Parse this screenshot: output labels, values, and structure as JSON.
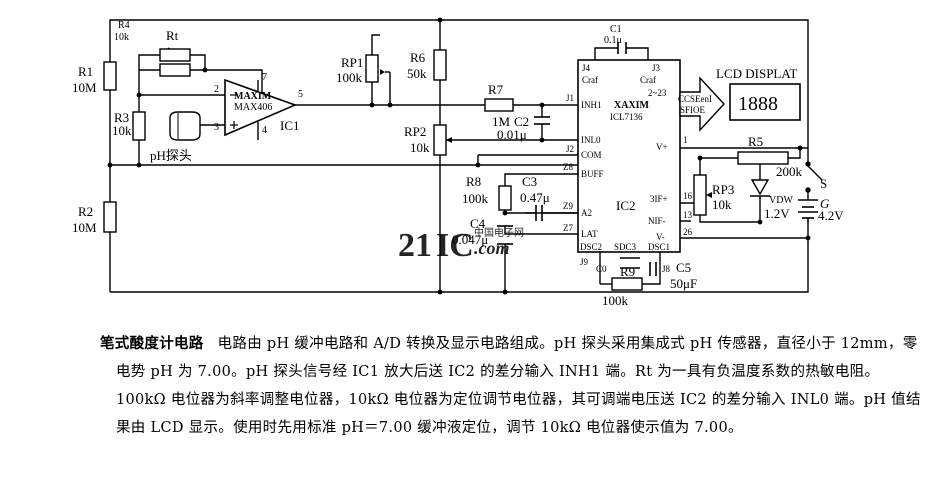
{
  "schematic": {
    "labels": {
      "r1": "R1",
      "r1_val": "10M",
      "r2": "R2",
      "r2_val": "10M",
      "r3": "R3",
      "r3_val": "10k",
      "r4": "R4",
      "r4_val": "10k",
      "rt": "Rt",
      "ic1_brand": "MAXIM",
      "ic1_part": "MAX406",
      "ic1": "IC1",
      "pin2": "2",
      "pin3": "3",
      "pin4": "4",
      "pin5": "5",
      "pin7": "7",
      "probe": "pH探头",
      "rp1": "RP1",
      "rp1_val": "100k",
      "r6": "R6",
      "r6_val": "50k",
      "rp2": "RP2",
      "rp2_val": "10k",
      "r7": "R7",
      "r7_val": "1M",
      "c2": "C2",
      "c2_val": "0.01μ",
      "r8": "R8",
      "r8_val": "100k",
      "c3": "C3",
      "c3_val": "0.47μ",
      "c4": "C4",
      "c4_val": "0.047μ",
      "c1": "C1",
      "c1_val": "0.1μ",
      "ic2_brand": "XAXIM",
      "ic2_part": "ICL7136",
      "ic2": "IC2",
      "p_j4": "J4",
      "p_j3": "J3",
      "p_craf_l": "Craf",
      "p_craf_r": "Craf",
      "p_j1": "J1",
      "p_inh1": "INH1",
      "p_inl0": "INL0",
      "p_j2": "J2",
      "p_com": "COM",
      "p_z8": "Z8",
      "p_buff": "BUFF",
      "p_z9": "Z9",
      "p_a2": "A2",
      "p_z7": "Z7",
      "p_lat": "LAT",
      "p_dsc2": "DSC2",
      "p_sdc3": "SDC3",
      "p_dsc1": "DSC1",
      "p_j9": "J9",
      "p_j8": "J8",
      "p_c0": "C0",
      "p_vplus": "V+",
      "p_1": "1",
      "p_3ifplus": "3IF+",
      "p_16": "16",
      "p_nif": "NIF-",
      "p_13": "13",
      "p_vminus": "V-",
      "p_26": "26",
      "p_2_23": "2~23",
      "bus_a": "CCSEenI",
      "bus_b": "SFIOE",
      "lcd_title": "LCD DISPLAT",
      "lcd_digits": "1888",
      "r5": "R5",
      "r5_val": "200k",
      "rp3": "RP3",
      "rp3_val": "10k",
      "vdw": "VDW",
      "vdw_val": "1.2V",
      "sw": "S",
      "bat": "G",
      "bat_val": "4.2V",
      "c5": "C5",
      "c5_val": "50μF",
      "r9": "R9",
      "r9_val": "100k"
    },
    "watermark": {
      "num": "21",
      "ic": "IC",
      "com": ".com",
      "cn": "中国电子网"
    }
  },
  "caption": {
    "title": "笔式酸度计电路",
    "body": "电路由 pH 缓冲电路和 A/D 转换及显示电路组成。pH 探头采用集成式 pH 传感器，直径小于 12mm，零电势 pH 为 7.00。pH 探头信号经 IC1 放大后送 IC2 的差分输入 INH1 端。Rt 为一具有负温度系数的热敏电阻。100kΩ 电位器为斜率调整电位器，10kΩ 电位器为定位调节电位器，其可调端电压送 IC2 的差分输入 INL0 端。pH 值结果由 LCD 显示。使用时先用标准 pH＝7.00 缓冲液定位，调节 10kΩ 电位器使示值为 7.00。"
  },
  "colors": {
    "ink": "#000000",
    "watermark_red": "#e8a0a0",
    "watermark_blue": "#9fb0d8"
  }
}
